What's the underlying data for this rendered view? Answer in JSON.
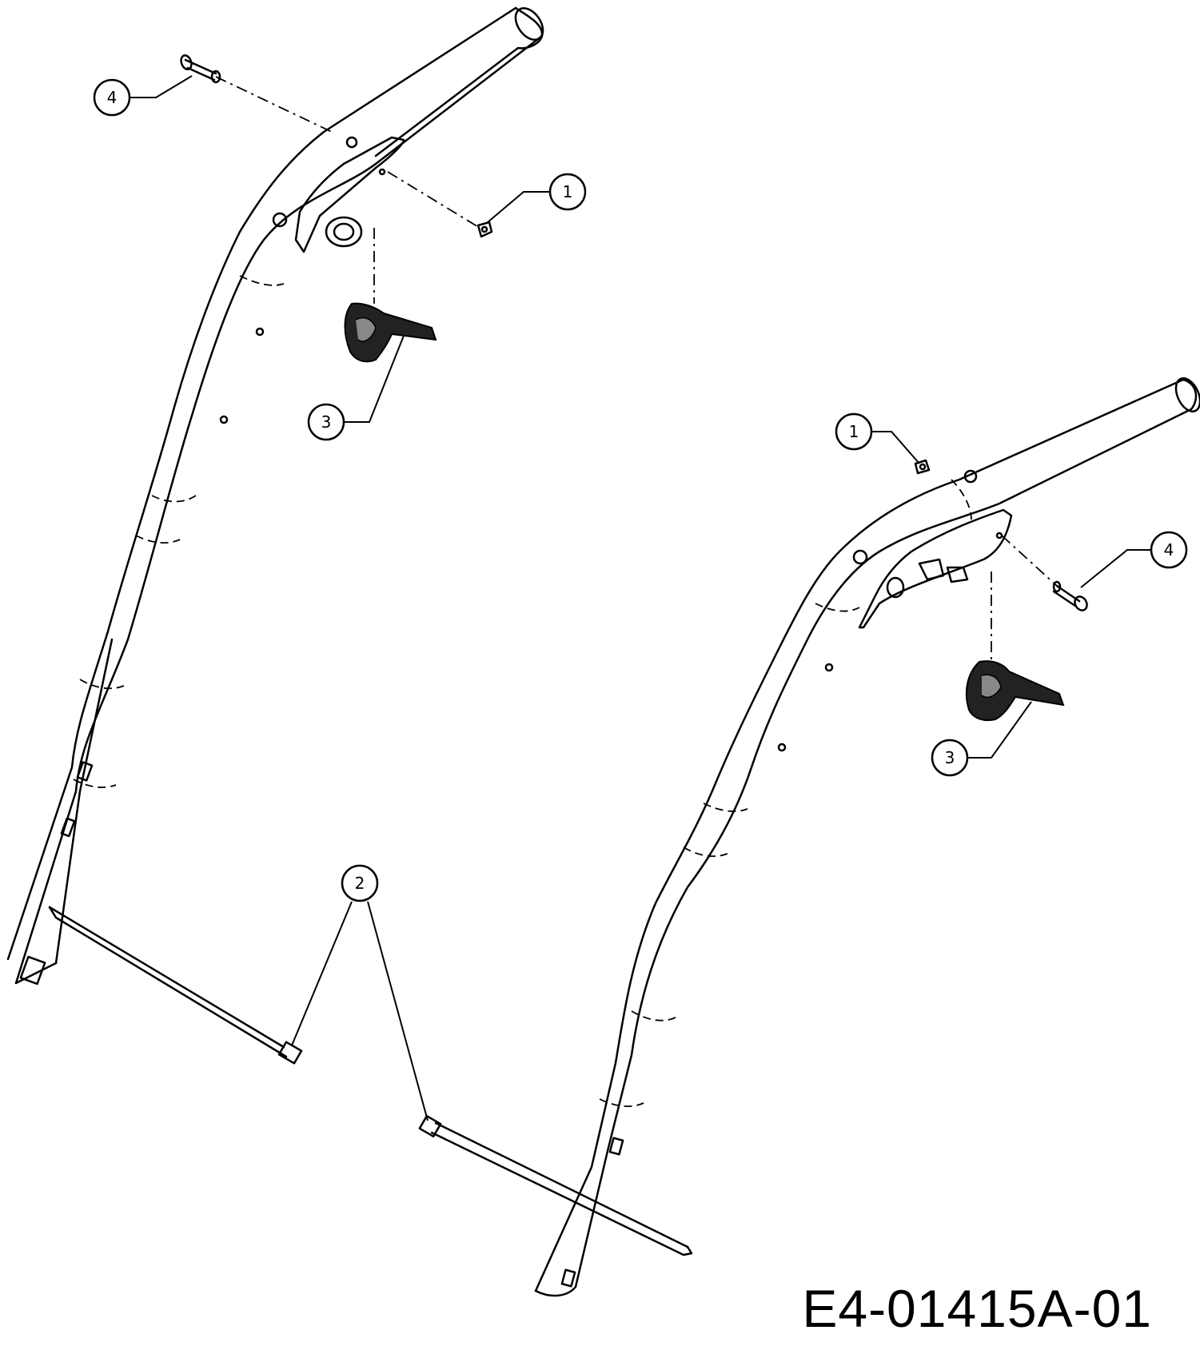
{
  "drawing_code": "E4-01415A-01",
  "callouts": [
    {
      "id": "c4-left",
      "label": "4"
    },
    {
      "id": "c1-left",
      "label": "1"
    },
    {
      "id": "c3-left",
      "label": "3"
    },
    {
      "id": "c1-right",
      "label": "1"
    },
    {
      "id": "c4-right",
      "label": "4"
    },
    {
      "id": "c3-right",
      "label": "3"
    },
    {
      "id": "c2",
      "label": "2"
    }
  ]
}
